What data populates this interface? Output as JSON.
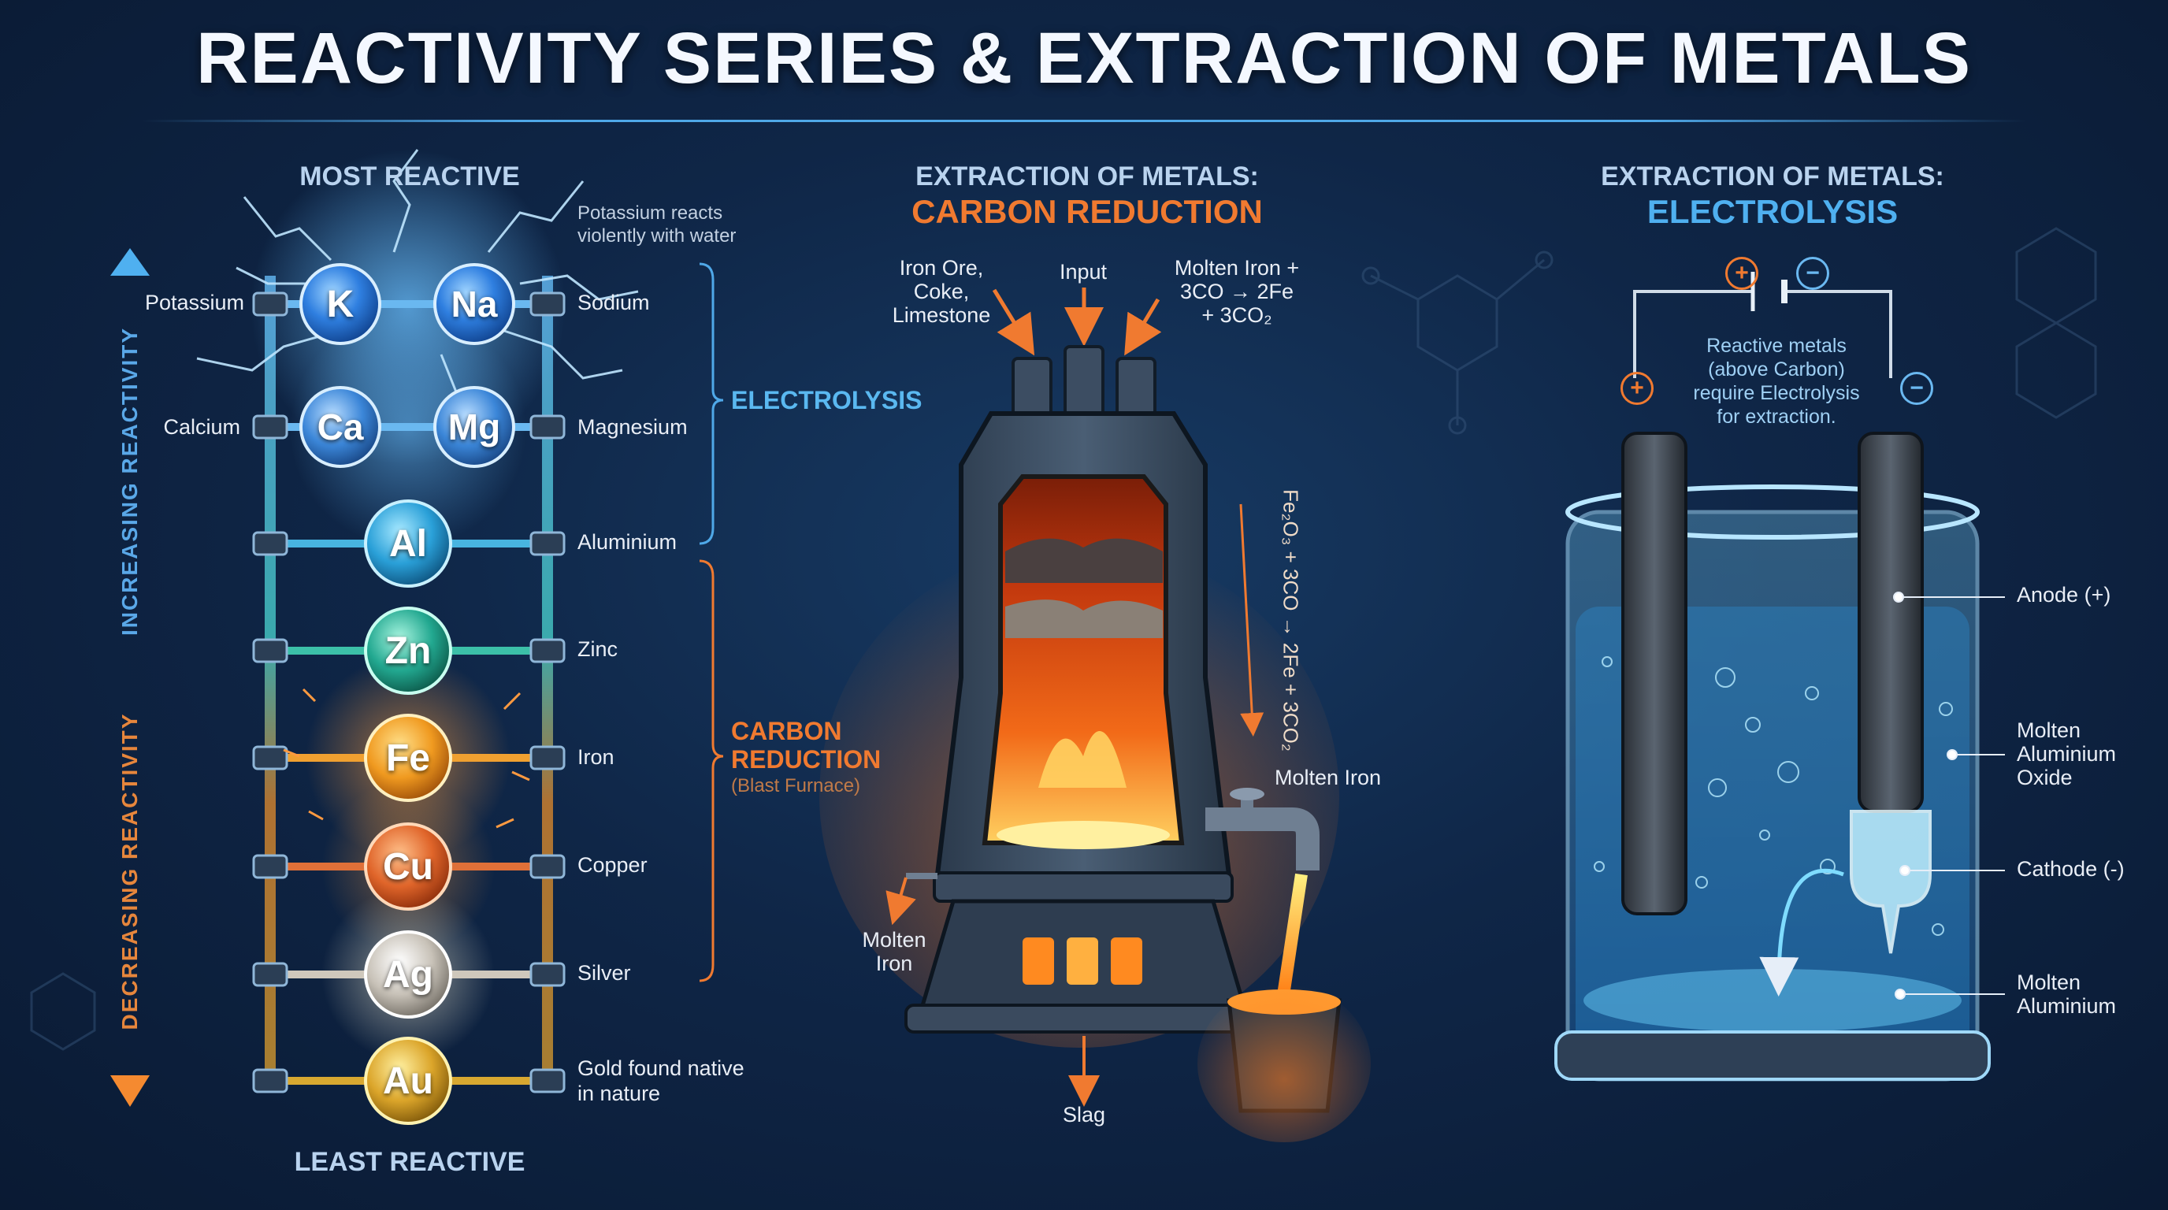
{
  "title": "REACTIVITY SERIES & EXTRACTION OF METALS",
  "colors": {
    "reactive_blue": "#4fa8e8",
    "carbon_orange": "#f07a30",
    "background": "#0f2647",
    "gold": "#e0b034"
  },
  "series": {
    "top_label": "MOST REACTIVE",
    "bottom_label": "LEAST REACTIVE",
    "increasing_label": "INCREASING REACTIVITY",
    "decreasing_label": "DECREASING REACTIVITY",
    "potassium_note": "Potassium reacts violently with water",
    "gold_note": "Gold found native in nature",
    "metals": [
      {
        "symbol": "K",
        "name": "Potassium"
      },
      {
        "symbol": "Na",
        "name": "Sodium"
      },
      {
        "symbol": "Ca",
        "name": "Calcium"
      },
      {
        "symbol": "Mg",
        "name": "Magnesium"
      },
      {
        "symbol": "Al",
        "name": "Aluminium"
      },
      {
        "symbol": "Zn",
        "name": "Zinc"
      },
      {
        "symbol": "Fe",
        "name": "Iron"
      },
      {
        "symbol": "Cu",
        "name": "Copper"
      },
      {
        "symbol": "Ag",
        "name": "Silver"
      },
      {
        "symbol": "Au",
        "name": ""
      }
    ],
    "group_electrolysis": "ELECTROLYSIS",
    "group_carbon": "CARBON REDUCTION",
    "group_carbon_sub": "(Blast Furnace)"
  },
  "carbon": {
    "heading": "EXTRACTION OF METALS:",
    "subheading": "CARBON REDUCTION",
    "input_ores": "Iron Ore, Coke, Limestone",
    "input": "Input",
    "equation_top": "Molten Iron + 3CO → 2Fe + 3CO₂",
    "equation_side": "Fe₂O₃ + 3CO → 2Fe + 3CO₂",
    "molten_iron_right": "Molten Iron",
    "molten_iron_left": "Molten Iron",
    "slag": "Slag"
  },
  "electrolysis": {
    "heading": "EXTRACTION OF METALS:",
    "subheading": "ELECTROLYSIS",
    "plus": "+",
    "minus": "−",
    "note": "Reactive metals (above Carbon) require Electrolysis for extraction.",
    "anode": "Anode (+)",
    "electrolyte": "Molten Aluminium Oxide",
    "cathode": "Cathode (-)",
    "product": "Molten Aluminium"
  }
}
